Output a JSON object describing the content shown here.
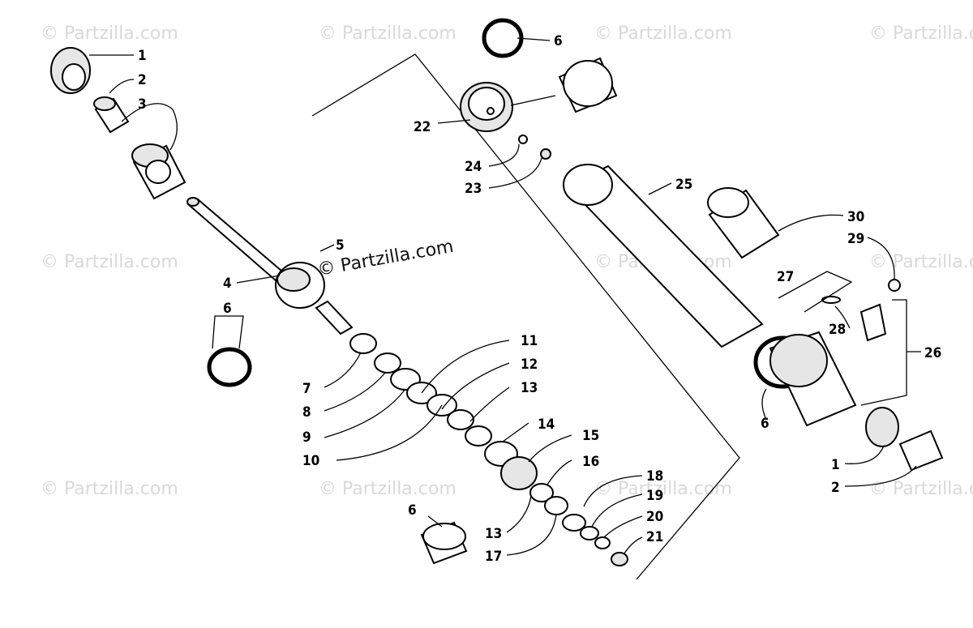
{
  "watermarks": {
    "text": "© Partzilla.com",
    "center_text": "© Partzilla.com"
  },
  "callouts": {
    "c1a": "1",
    "c2a": "2",
    "c3": "3",
    "c4": "4",
    "c5": "5",
    "c6a": "6",
    "c6b": "6",
    "c6c": "6",
    "c6d": "6",
    "c7": "7",
    "c8": "8",
    "c9": "9",
    "c10": "10",
    "c11": "11",
    "c12": "12",
    "c13a": "13",
    "c13b": "13",
    "c14": "14",
    "c15": "15",
    "c16": "16",
    "c17": "17",
    "c18": "18",
    "c19": "19",
    "c20": "20",
    "c21": "21",
    "c22": "22",
    "c23": "23",
    "c24": "24",
    "c25": "25",
    "c26": "26",
    "c27": "27",
    "c28": "28",
    "c29": "29",
    "c30": "30",
    "c1b": "1",
    "c2b": "2"
  }
}
